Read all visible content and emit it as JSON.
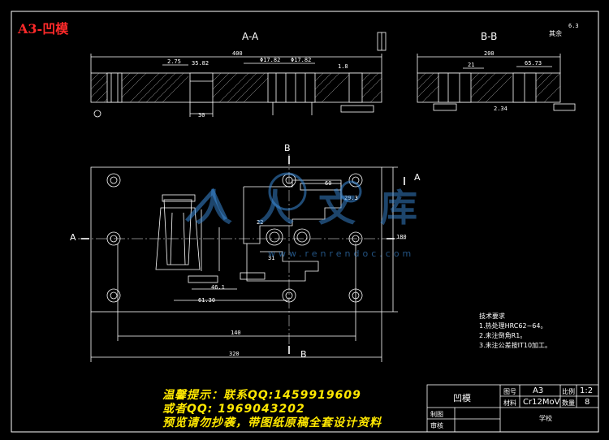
{
  "sheet_title": "A3-凹模",
  "sections": {
    "aa": "A-A",
    "bb": "B-B",
    "cut_a_left": "A",
    "cut_a_right": "A",
    "cut_b_top": "B",
    "cut_b_bottom": "B"
  },
  "roughness_note": "其余",
  "roughness_value": "6.3",
  "dimensions": {
    "aa_total": "400",
    "aa_275": "2.75",
    "aa_3582": "35.82",
    "aa_1782a": "Φ17.82",
    "aa_1782b": "Φ17.82",
    "aa_15": "1.8",
    "aa_30": "30",
    "bb_total": "200",
    "bb_21": "21",
    "bb_6573": "65.73",
    "bb_234": "2.34",
    "plan_140": "140",
    "plan_320": "320",
    "plan_180": "180",
    "plan_6130": "61.30",
    "plan_461": "46.1",
    "plan_22": "22",
    "plan_31": "31",
    "plan_29": "29.3",
    "plan_60": "60"
  },
  "tech_requirements": {
    "heading": "技术要求",
    "items": [
      "1.热处理HRC62~64。",
      "2.未注倒角R1。",
      "3.未注公差按IT10加工。"
    ]
  },
  "title_block": {
    "part_name": "凹模",
    "drawing_no_label": "图号",
    "drawing_no": "A3",
    "scale_label": "比例",
    "scale": "1:2",
    "material_label": "材料",
    "material": "Cr12MoV",
    "qty_label": "数量",
    "qty": "8",
    "designer_label": "制图",
    "checker_label": "审核",
    "school": "学校"
  },
  "notice": {
    "line1": "温馨提示：联系QQ:1459919609",
    "line2": "或者QQ: 1969043202",
    "line3": "预览请勿抄袭，带图纸原稿全套设计资料"
  },
  "watermark": {
    "text": "人人文库",
    "url": "www.renrendoc.com"
  },
  "colors": {
    "background": "#000000",
    "lines": "#ffffff",
    "title": "#ff2a2a",
    "notice": "#ffe800",
    "watermark": "#3b8ad8"
  }
}
